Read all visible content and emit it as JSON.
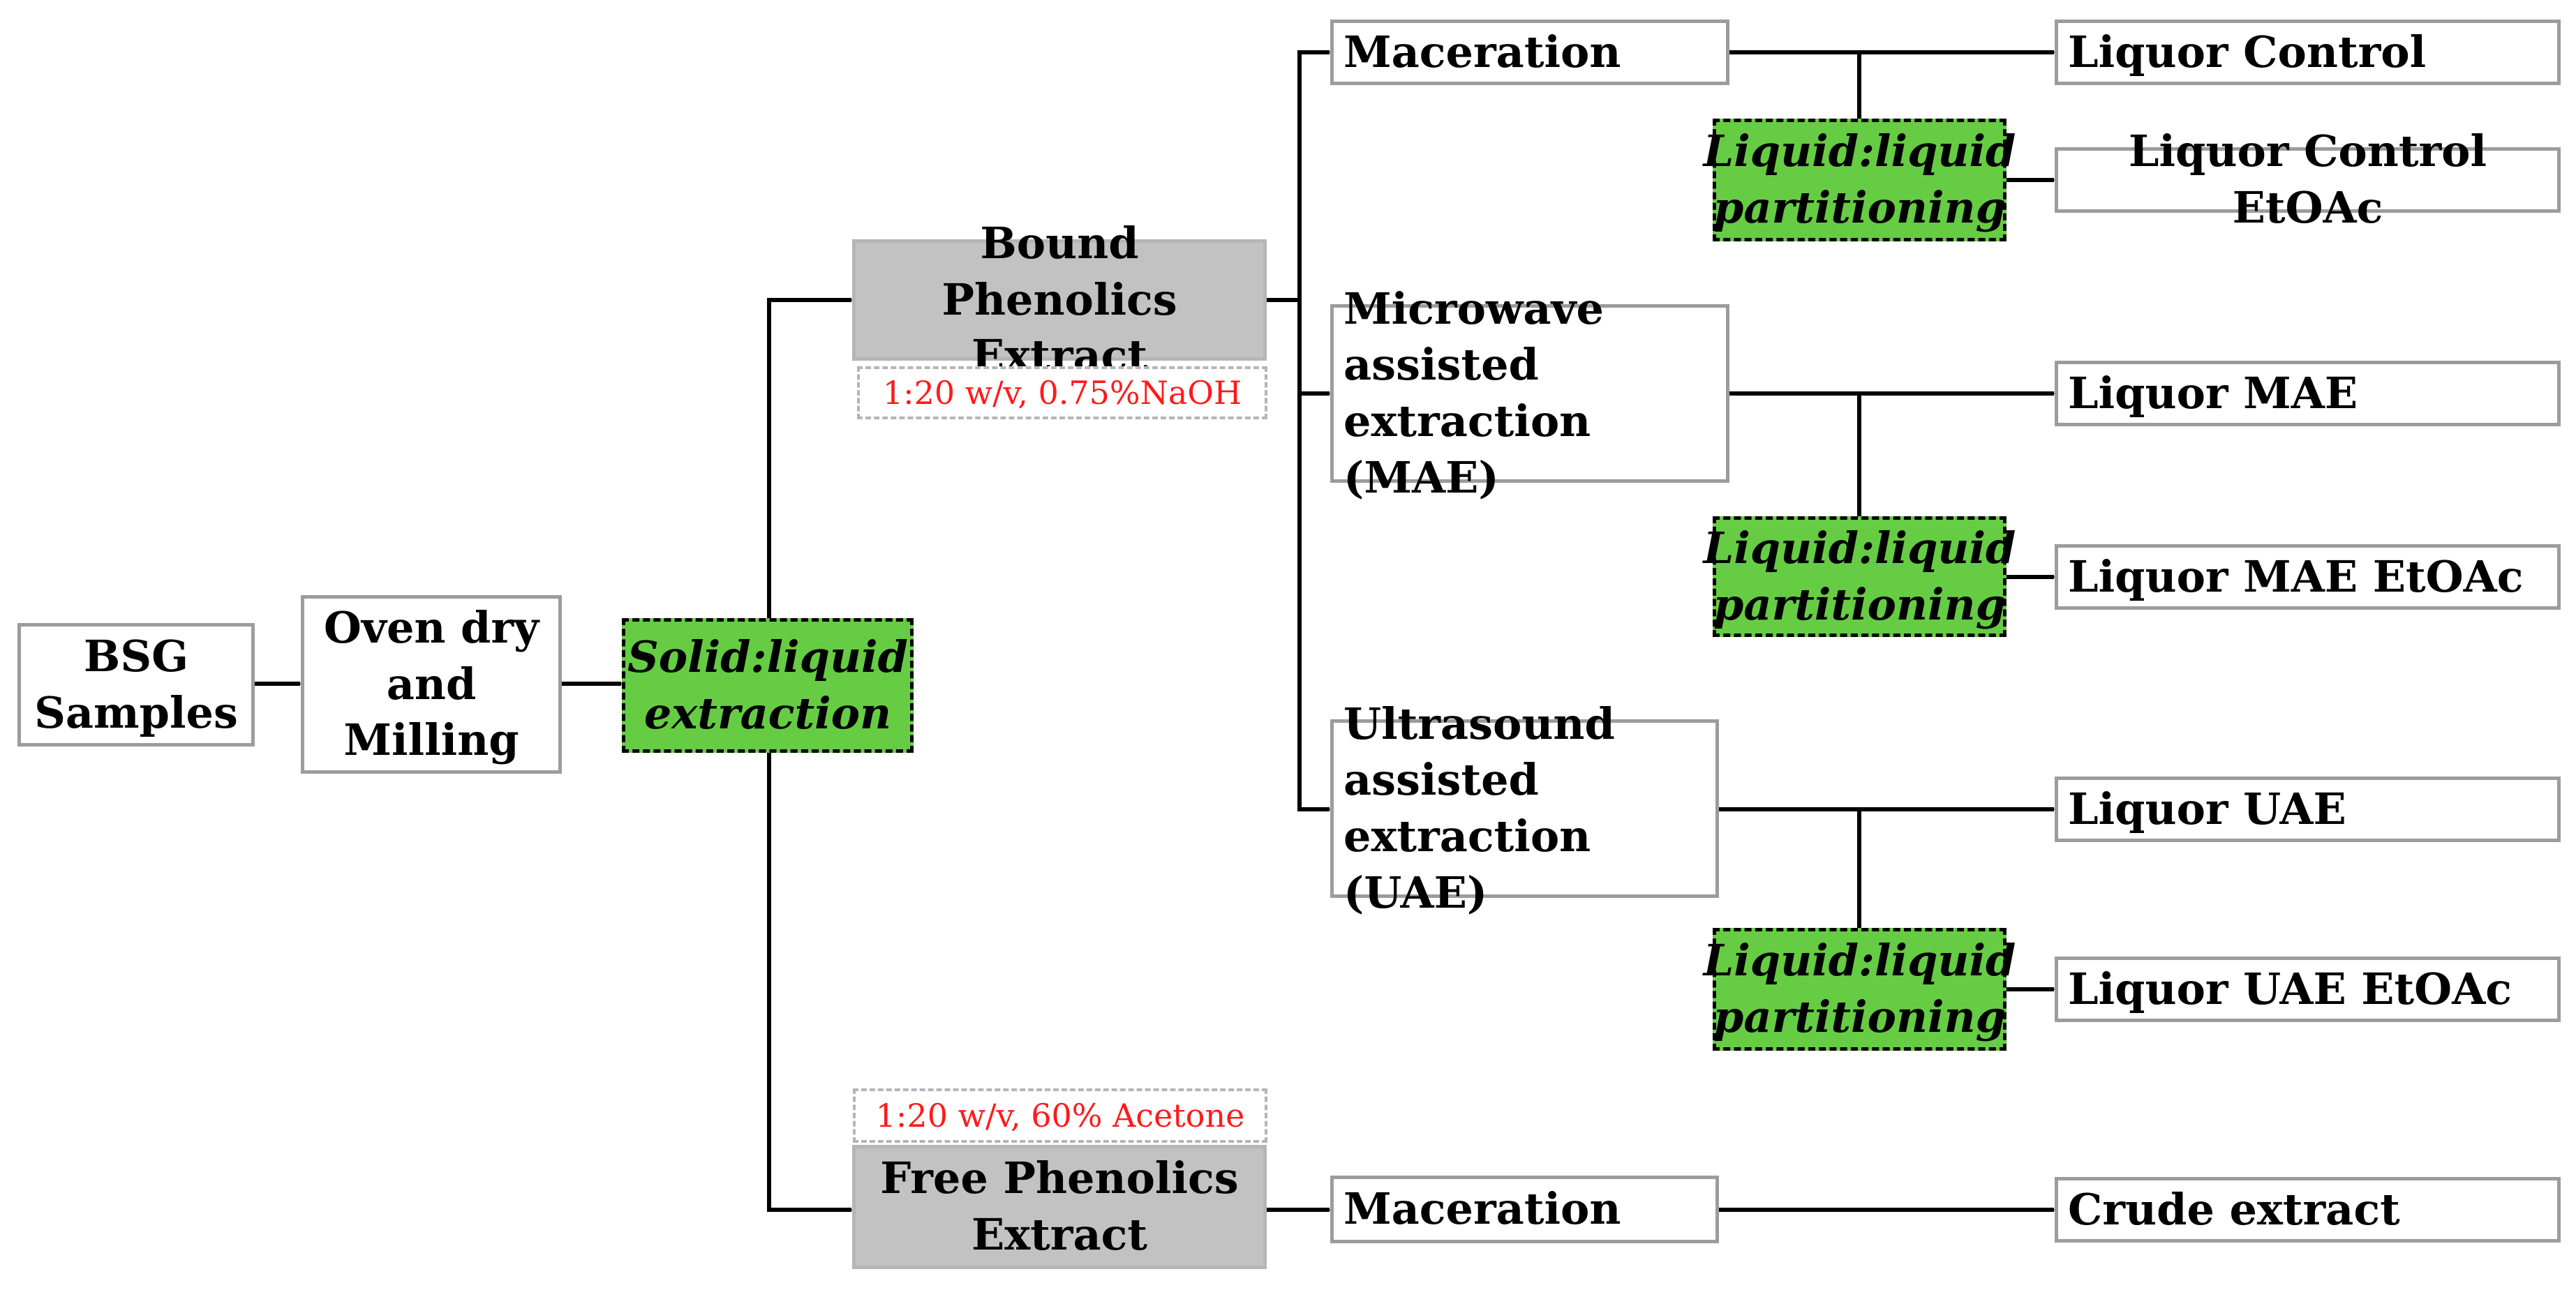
{
  "nodes": {
    "bsg_samples": "BSG\nSamples",
    "oven_dry": "Oven dry\nand\nMilling",
    "solid_liquid": "Solid:liquid\nextraction",
    "bound_phenolics": "Bound Phenolics\nExtract",
    "bound_note": "1:20 w/v, 0.75%NaOH",
    "free_phenolics": "Free Phenolics\nExtract",
    "free_note": "1:20 w/v, 60% Acetone",
    "maceration_bound": "Maceration",
    "mae": "Microwave\nassisted\nextraction (MAE)",
    "uae": "Ultrasound\nassisted\nextraction (UAE)",
    "maceration_free": "Maceration",
    "partition_control": "Liquid:liquid\npartitioning",
    "partition_mae": "Liquid:liquid\npartitioning",
    "partition_uae": "Liquid:liquid\npartitioning",
    "liquor_control": "Liquor Control",
    "liquor_control_etoac": "Liquor Control EtOAc",
    "liquor_mae": "Liquor MAE",
    "liquor_mae_etoac": "Liquor MAE EtOAc",
    "liquor_uae": "Liquor UAE",
    "liquor_uae_etoac": "Liquor UAE EtOAc",
    "crude_extract": "Crude extract"
  },
  "colors": {
    "process_fill": "#66cc44",
    "extract_fill": "#c2c2c2",
    "note_text": "#ff1a1a",
    "box_border": "#9c9c9c"
  }
}
